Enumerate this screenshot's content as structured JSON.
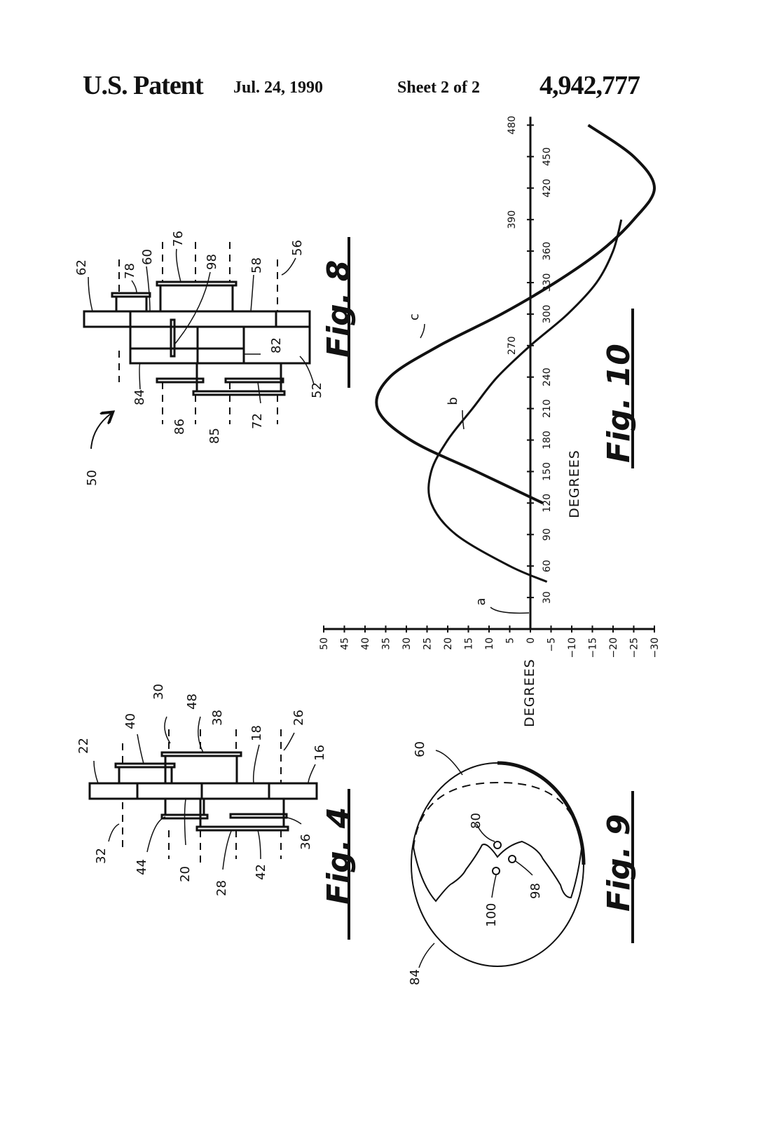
{
  "header": {
    "doc_type": "U.S. Patent",
    "date": "Jul. 24, 1990",
    "sheet": "Sheet 2 of 2",
    "patent_number": "4,942,777"
  },
  "fig4": {
    "caption": "Fig. 4",
    "refs": {
      "r22": "22",
      "r40": "40",
      "r30": "30",
      "r48": "48",
      "r38": "38",
      "r18": "18",
      "r26": "26",
      "r16": "16",
      "r32": "32",
      "r44": "44",
      "r20": "20",
      "r28": "28",
      "r42": "42",
      "r36": "36"
    }
  },
  "fig8": {
    "caption": "Fig. 8",
    "refs": {
      "r62": "62",
      "r78": "78",
      "r60": "60",
      "r76": "76",
      "r98": "98",
      "r58": "58",
      "r56": "56",
      "r50": "50",
      "r84": "84",
      "r86": "86",
      "r85": "85",
      "r72": "72",
      "r82": "82",
      "r52": "52"
    }
  },
  "fig9": {
    "caption": "Fig. 9",
    "refs": {
      "r60": "60",
      "r80": "80",
      "r84": "84",
      "r100": "100",
      "r98": "98"
    }
  },
  "fig10": {
    "caption": "Fig. 10",
    "curve_labels": {
      "a": "a",
      "b": "b",
      "c": "c"
    }
  },
  "chart_data": {
    "type": "line",
    "xlabel": "DEGREES",
    "ylabel": "DEGREES",
    "xlim": [
      0,
      480
    ],
    "ylim": [
      -30,
      50
    ],
    "x_ticks": [
      30,
      60,
      90,
      120,
      150,
      180,
      210,
      240,
      270,
      300,
      330,
      360,
      390,
      420,
      450,
      480
    ],
    "y_ticks": [
      50,
      45,
      40,
      35,
      30,
      25,
      20,
      15,
      10,
      5,
      0,
      -5,
      -10,
      -15,
      -20,
      -25,
      -30
    ],
    "series": [
      {
        "name": "b",
        "x": [
          45,
          60,
          90,
          120,
          150,
          180,
          210,
          240,
          270,
          300,
          330,
          360,
          390
        ],
        "y": [
          -4,
          5,
          18,
          24,
          24,
          20,
          14,
          8,
          0,
          -9,
          -16,
          -20,
          -22
        ]
      },
      {
        "name": "c",
        "x": [
          120,
          150,
          180,
          210,
          240,
          270,
          300,
          330,
          360,
          390,
          420,
          450,
          480
        ],
        "y": [
          -3,
          13,
          29,
          37,
          34,
          22,
          7,
          -6,
          -17,
          -25,
          -30,
          -25,
          -14
        ]
      }
    ],
    "annotations": [
      "a",
      "b",
      "c"
    ],
    "orientation": "rotated 90 degrees clockwise on the sheet"
  }
}
